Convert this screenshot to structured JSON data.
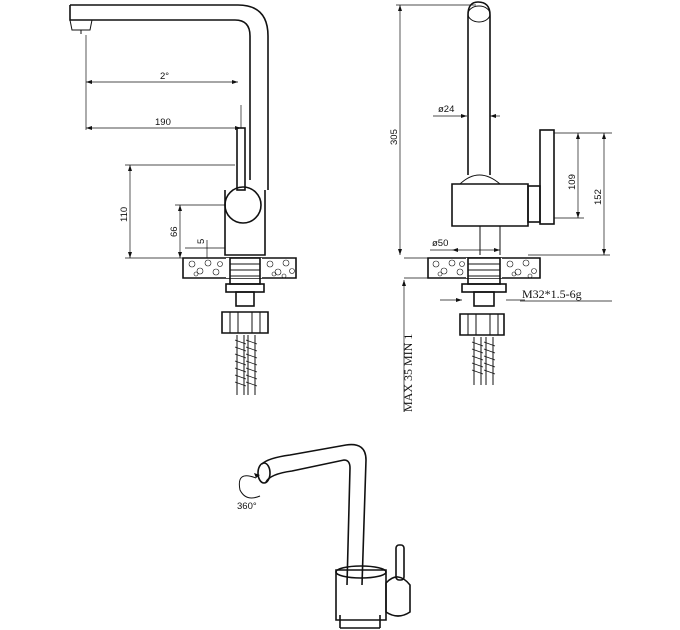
{
  "drawing": {
    "side_view": {
      "dim_top": "2°",
      "dim_reach": "190",
      "dim_height_body": "110",
      "dim_height_lever": "66",
      "dim_small": "5"
    },
    "front_view": {
      "dim_total_height": "305",
      "dim_spout_diameter": "ø24",
      "dim_body_diameter": "ø50",
      "dim_handle_height": "109",
      "dim_handle_total": "152",
      "thread_spec": "M32*1.5-6g",
      "counter_thickness": "MAX 35 MIN 1"
    },
    "perspective_view": {
      "rotation_label": "360°"
    }
  }
}
